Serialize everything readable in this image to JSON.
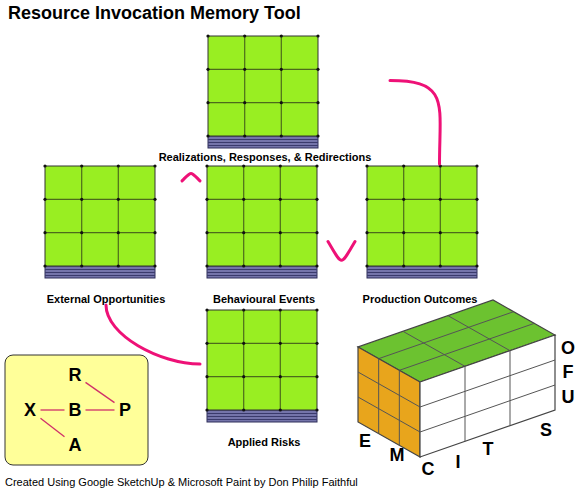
{
  "diagram": {
    "title": "Resource Invocation Memory Tool",
    "caption": "Created Using Google SketchUp & Microsoft Paint by Don Philip Faithful",
    "nodes": [
      {
        "text": [
          "Realizations, Responses, & Redirections"
        ]
      },
      {
        "text": [
          "External Opportunities"
        ]
      },
      {
        "text": [
          "Behavioural Events"
        ]
      },
      {
        "text": [
          "Production Outcomes"
        ]
      },
      {
        "text": [
          "Applied Risks"
        ]
      },
      {
        "text": [
          "R"
        ]
      },
      {
        "text": [
          "X"
        ]
      },
      {
        "text": [
          "B"
        ]
      },
      {
        "text": [
          "P"
        ]
      },
      {
        "text": [
          "A"
        ]
      }
    ],
    "edges": [
      {
        "from": 0,
        "to": 3,
        "arrow": "none"
      },
      {
        "from": 1,
        "to": 2,
        "arrow": "none"
      },
      {
        "from": 2,
        "to": 3,
        "arrow": "none"
      },
      {
        "from": 1,
        "to": 4,
        "arrow": "none"
      },
      {
        "from": 5,
        "to": 8,
        "arrow": "none"
      },
      {
        "from": 6,
        "to": 7,
        "arrow": "none"
      },
      {
        "from": 7,
        "to": 8,
        "arrow": "none"
      },
      {
        "from": 6,
        "to": 9,
        "arrow": "none"
      }
    ],
    "labels": [
      "O",
      "F",
      "U",
      "E",
      "M",
      "C",
      "I",
      "T",
      "S"
    ]
  }
}
